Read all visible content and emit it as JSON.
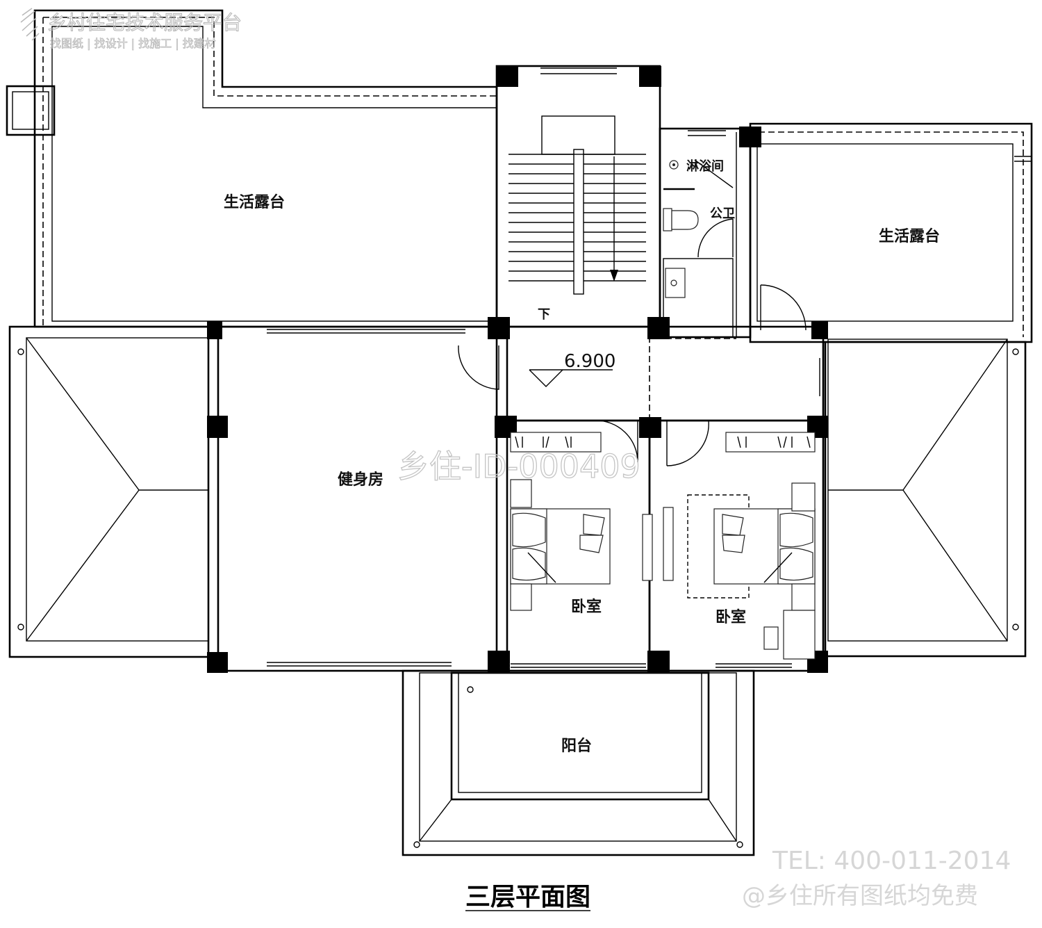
{
  "watermark": {
    "logo_text": "乡村住宅技术服务平台",
    "logo_subtitle": "找图纸 | 找设计 | 找施工 | 找建材",
    "plan_id": "乡住-ID-000409",
    "tel": "TEL: 400-011-2014",
    "free_note": "@乡住所有图纸均免费"
  },
  "rooms": {
    "terrace_left": "生活露台",
    "terrace_right": "生活露台",
    "shower": "淋浴间",
    "public_wc": "公卫",
    "gym": "健身房",
    "bedroom_left": "卧室",
    "bedroom_right": "卧室",
    "balcony": "阳台"
  },
  "stair": {
    "down_label": "下"
  },
  "level": {
    "elevation": "6.900"
  },
  "drawing_title": "三层平面图",
  "colors": {
    "ink": "#000000",
    "watermark": "#c4c4c4",
    "background": "#ffffff"
  }
}
